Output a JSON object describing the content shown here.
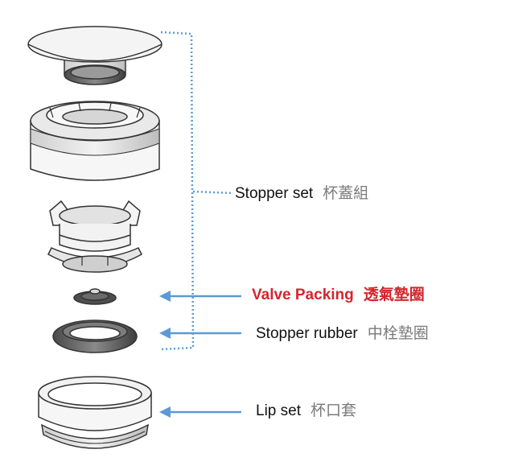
{
  "labels": {
    "stopper_set": {
      "en": "Stopper set",
      "zh": "杯蓋組"
    },
    "valve_packing": {
      "en": "Valve Packing",
      "zh": "透氣墊圈"
    },
    "stopper_rubber": {
      "en": "Stopper rubber",
      "zh": "中栓墊圈"
    },
    "lip_set": {
      "en": "Lip set",
      "zh": "杯口套"
    }
  },
  "colors": {
    "bracket": "#5b9bd5",
    "arrow": "#5b9bd5",
    "highlight": "#d4252d",
    "outline": "#333333"
  }
}
